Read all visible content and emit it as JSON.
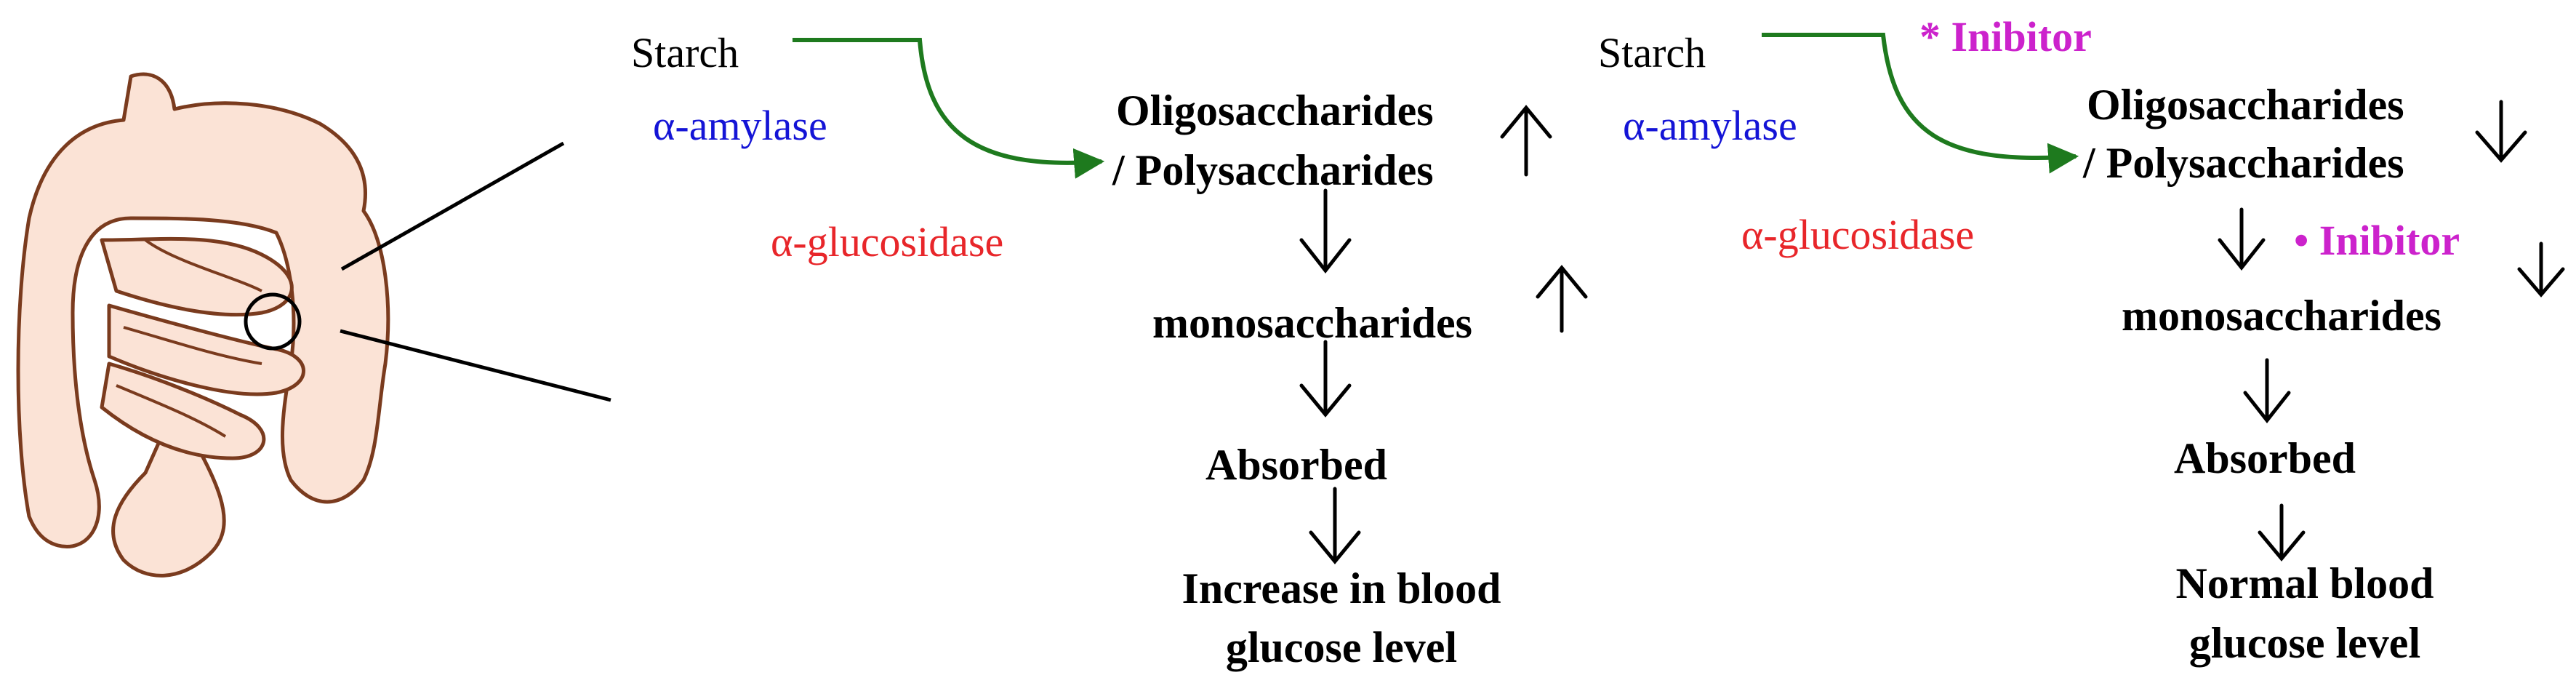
{
  "colors": {
    "enzyme_amylase": "#1414d6",
    "enzyme_glucosidase": "#e8262a",
    "inhibitor": "#cc22cc",
    "pathway_arrow": "#1e7a1e",
    "intestine_fill": "#fbe3d6",
    "intestine_stroke": "#7a3b1e"
  },
  "illustration": {
    "name": "intestine-illustration"
  },
  "left_pathway": {
    "substrate": "Starch",
    "enzyme1": "α-amylase",
    "enzyme2": "α-glucosidase",
    "product1_line1": "Oligosaccharides",
    "product1_line2": "/ Polysaccharides",
    "product2": "monosaccharides",
    "product3": "Absorbed",
    "outcome_line1": "Increase in blood",
    "outcome_line2": "glucose level",
    "trend_icon": "arrow-up-icon"
  },
  "right_pathway": {
    "substrate": "Starch",
    "enzyme1": "α-amylase",
    "enzyme2": "α-glucosidase",
    "inhibitor1": "* Inibitor",
    "inhibitor2": "• Inibitor",
    "product1_line1": "Oligosaccharides",
    "product1_line2": "/ Polysaccharides",
    "product2": "monosaccharides",
    "product3": "Absorbed",
    "outcome_line1": "Normal blood",
    "outcome_line2": "glucose level",
    "trend_icon": "arrow-down-icon"
  }
}
